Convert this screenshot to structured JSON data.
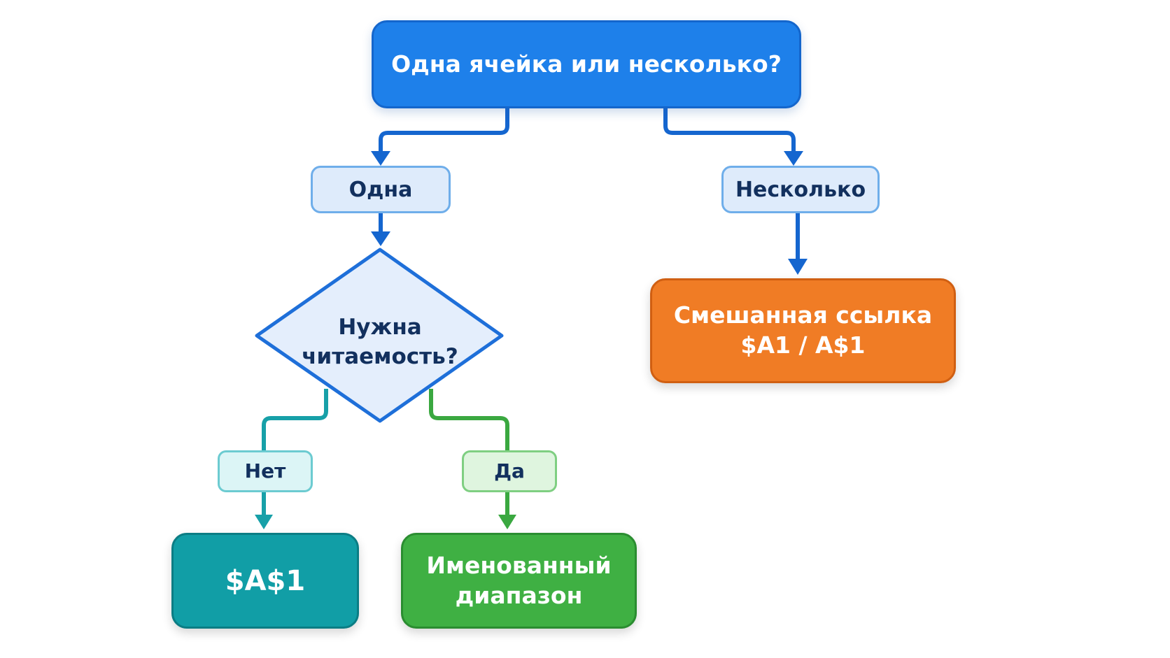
{
  "diagram": {
    "root": {
      "label": "Одна ячейка или несколько?"
    },
    "branch_one": {
      "label": "Одна"
    },
    "branch_many": {
      "label": "Несколько"
    },
    "decision": {
      "line1": "Нужна",
      "line2": "читаемость?"
    },
    "option_no": {
      "label": "Нет"
    },
    "option_yes": {
      "label": "Да"
    },
    "result_mixed": {
      "line1": "Смешанная ссылка",
      "line2": "$A1 / A$1"
    },
    "result_absolute": {
      "label": "$A$1"
    },
    "result_named": {
      "line1": "Именованный",
      "line2": "диапазон"
    }
  },
  "colors": {
    "root_fill": "#1e80ea",
    "connector_blue": "#1566cf",
    "connector_teal": "#17a0a8",
    "connector_green": "#3aa840",
    "mixed_fill": "#f07c25",
    "absolute_fill": "#119ea6",
    "named_fill": "#3fb043",
    "decision_fill": "#e4eefc",
    "decision_border": "#1e6fd9"
  }
}
